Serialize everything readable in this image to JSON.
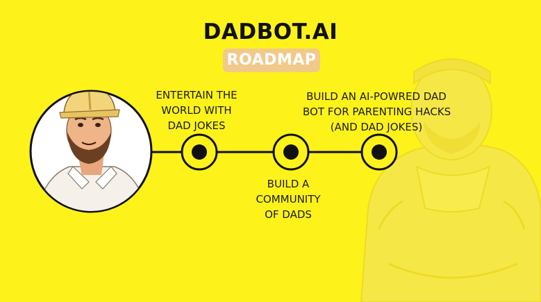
{
  "header": {
    "title": "DADBOT.AI",
    "badge": "ROADMAP"
  },
  "roadmap": {
    "milestones": [
      {
        "label_lines": [
          "ENTERTAIN THE",
          "WORLD WITH",
          "DAD JOKES"
        ]
      },
      {
        "label_lines": [
          "BUILD A",
          "COMMUNITY",
          "OF DADS"
        ]
      },
      {
        "label_lines": [
          "BUILD AN AI-POWRED DAD",
          "BOT FOR PARENTING HACKS",
          "(AND DAD JOKES)"
        ]
      }
    ]
  },
  "colors": {
    "background": "#fdf21a",
    "badge": "#f1c98a",
    "line": "#111111"
  }
}
